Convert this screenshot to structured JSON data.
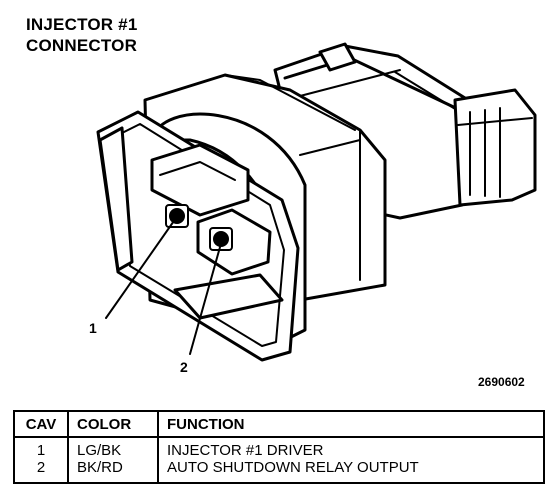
{
  "title": {
    "line1": "INJECTOR #1",
    "line2": "CONNECTOR"
  },
  "callouts": [
    "1",
    "2"
  ],
  "figure_number": "2690602",
  "table": {
    "headers": [
      "CAV",
      "COLOR",
      "FUNCTION"
    ],
    "rows": [
      [
        "1",
        "LG/BK",
        "INJECTOR #1 DRIVER"
      ],
      [
        "2",
        "BK/RD",
        "AUTO SHUTDOWN RELAY OUTPUT"
      ]
    ]
  }
}
